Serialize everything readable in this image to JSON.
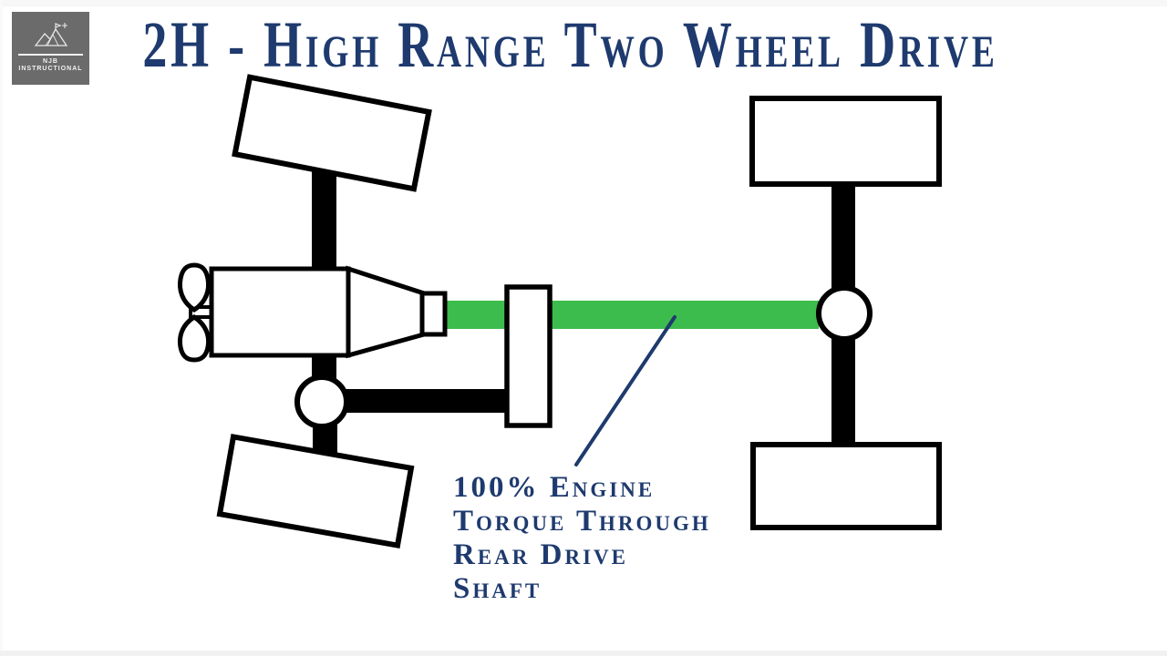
{
  "logo": {
    "brand_line1": "NJB",
    "brand_line2": "INSTRUCTIONAL",
    "icon": "mountain-camp-icon"
  },
  "header": {
    "title": "2H - High Range Two Wheel Drive"
  },
  "diagram": {
    "type": "drivetrain-schematic",
    "parts": [
      "front-wheel-top",
      "front-wheel-bottom",
      "rear-wheel-top",
      "rear-wheel-bottom",
      "cooling-fan",
      "engine",
      "transmission",
      "transfer-case",
      "front-differential",
      "rear-differential",
      "front-axle",
      "rear-axle",
      "front-drive-shaft",
      "rear-drive-shaft"
    ],
    "annotation": {
      "lines": [
        "100% Engine",
        "Torque Through",
        "Rear Drive",
        "Shaft"
      ]
    }
  },
  "colors": {
    "navy": "#1e3a6e",
    "green": "#3bbc4c",
    "chassis": "#000000",
    "logo-gray": "#6b6b6b"
  }
}
